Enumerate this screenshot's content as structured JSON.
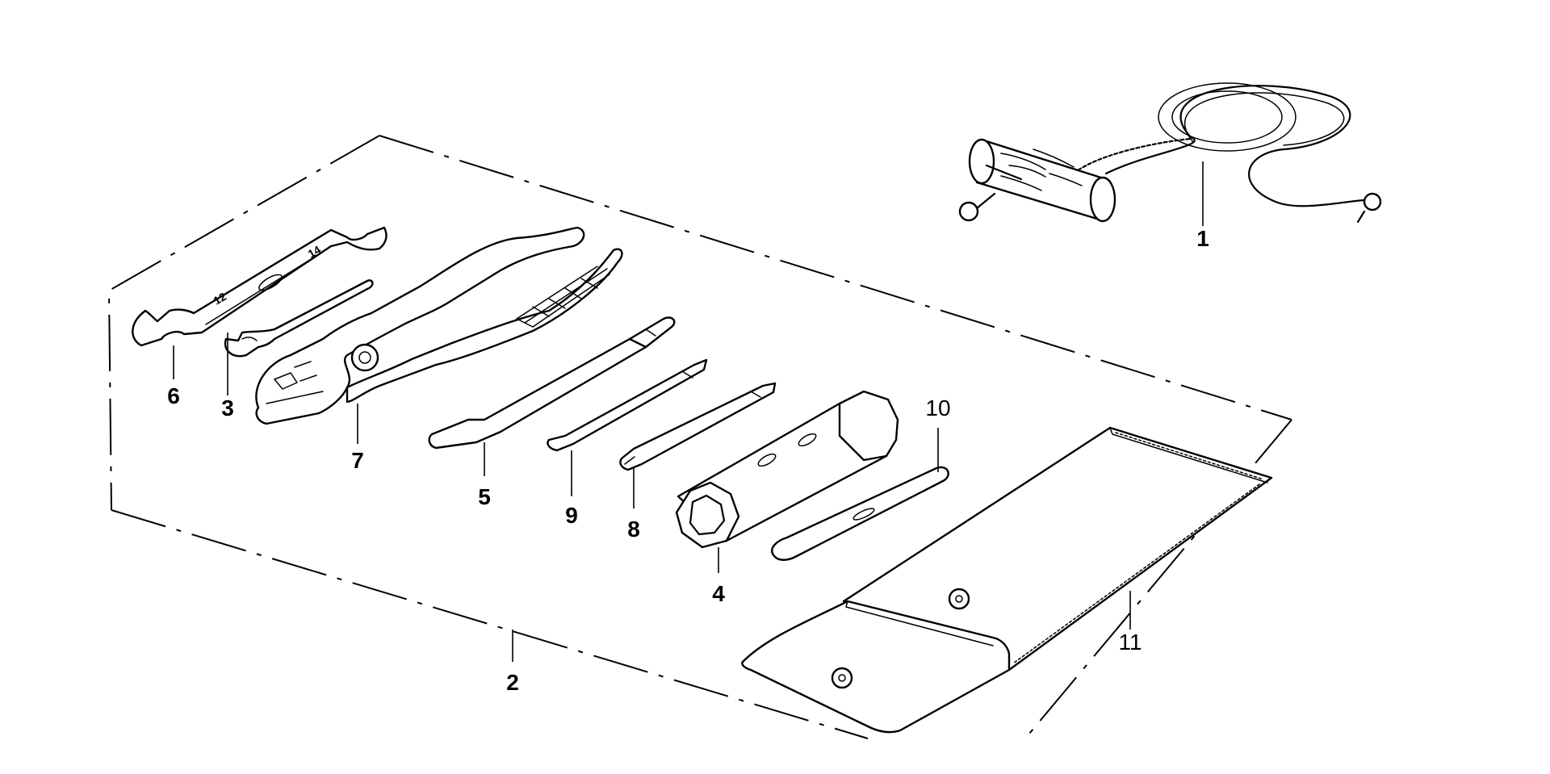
{
  "callouts": {
    "c1": "1",
    "c2": "2",
    "c3": "3",
    "c4": "4",
    "c5": "5",
    "c6": "6",
    "c7": "7",
    "c8": "8",
    "c9": "9",
    "c10": "10",
    "c11": "11"
  },
  "wrench_markings": {
    "large_end": "12",
    "small_end": "14"
  }
}
